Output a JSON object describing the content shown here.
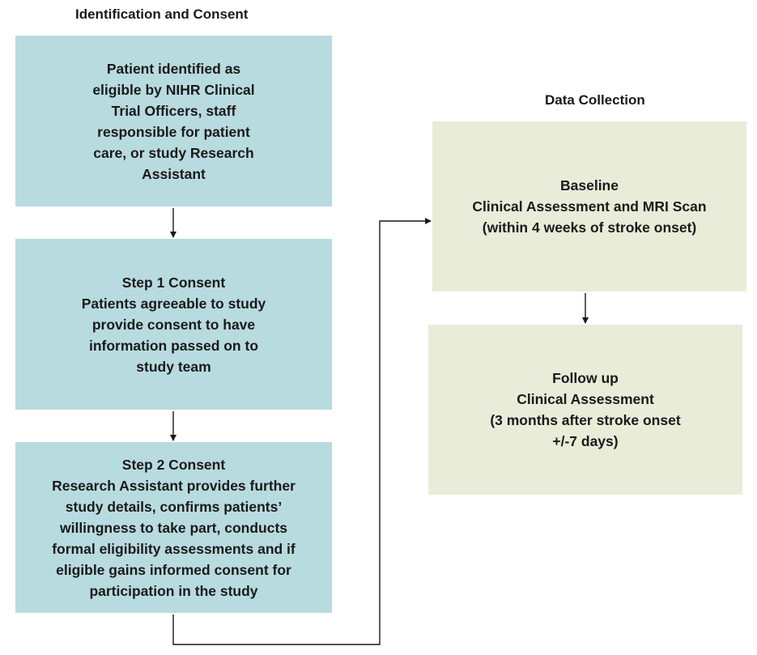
{
  "columns": {
    "left_heading": "Identification and Consent",
    "right_heading": "Data Collection"
  },
  "boxes": {
    "identification": {
      "lines": [
        "Patient identified as",
        "eligible by NIHR Clinical",
        "Trial Officers, staff",
        "responsible for patient",
        "care, or study Research",
        "Assistant"
      ]
    },
    "step1": {
      "lines": [
        "Step 1 Consent",
        "Patients agreeable to study",
        "provide consent to have",
        "information passed on to",
        "study team"
      ]
    },
    "step2": {
      "lines": [
        "Step 2 Consent",
        "Research Assistant provides further",
        "study details, confirms patients’",
        "willingness to take part, conducts",
        "formal eligibility assessments and if",
        "eligible gains informed consent for",
        "participation in the study"
      ]
    },
    "baseline": {
      "lines": [
        "Baseline",
        "Clinical Assessment and MRI Scan",
        "(within 4 weeks of stroke onset)"
      ]
    },
    "followup": {
      "lines": [
        "Follow up",
        "Clinical Assessment",
        "(3 months after stroke onset",
        "+/-7 days)"
      ]
    }
  },
  "colors": {
    "consent_box": "#b8dbe0",
    "collection_box": "#e9ecd8",
    "arrow": "#1a1a1a"
  }
}
